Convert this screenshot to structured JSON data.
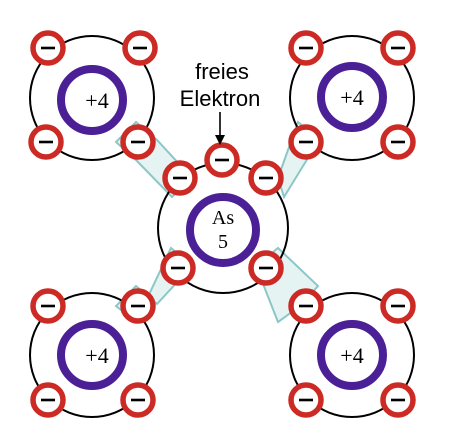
{
  "atoms": {
    "top_left": {
      "label": "+4"
    },
    "top_right": {
      "label": "+4"
    },
    "bottom_left": {
      "label": "+4"
    },
    "bottom_right": {
      "label": "+4"
    },
    "center": {
      "symbol": "As",
      "number": "5"
    }
  },
  "annotation": {
    "line1": "freies",
    "line2": "Elektron"
  },
  "electron_symbol": "−",
  "colors": {
    "core_ring": "#4b1f96",
    "electron_ring": "#cc2a24",
    "bond_fill": "#e6f3f3",
    "bond_stroke": "#8cc7c7",
    "orbit": "#000000"
  }
}
